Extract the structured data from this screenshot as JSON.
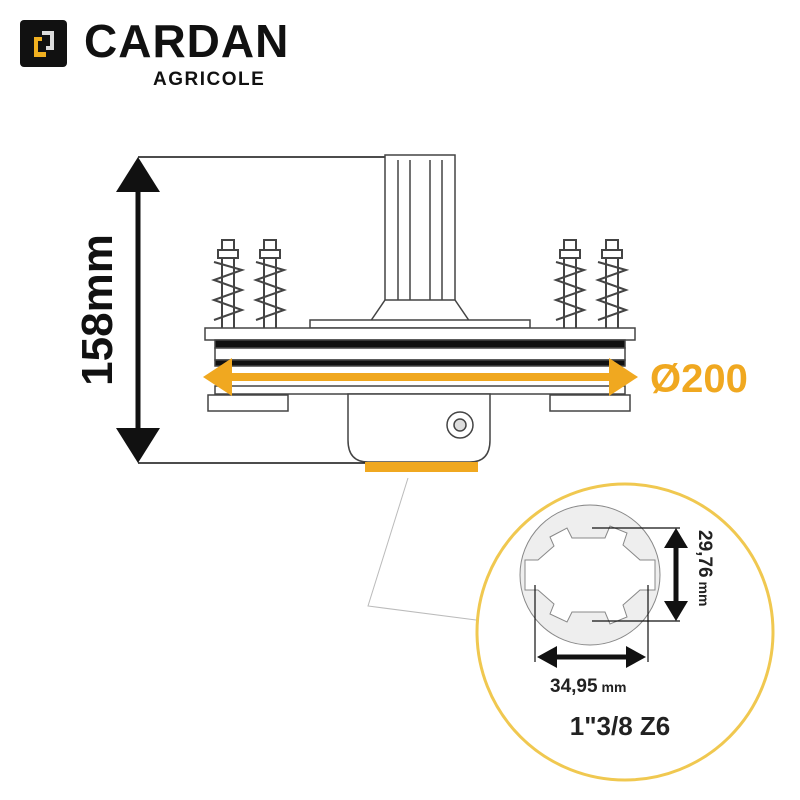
{
  "brand": {
    "name": "CARDAN",
    "subtitle": "AGRICOLE"
  },
  "dimensions": {
    "height_label": "158mm",
    "diameter_label": "Ø200",
    "spline_height_value": "29,76",
    "spline_height_unit": "mm",
    "spline_width_value": "34,95",
    "spline_width_unit": "mm",
    "spline_type": "1\"3/8 Z6"
  },
  "colors": {
    "accent": "#f0a820",
    "callout_border": "#f0c850",
    "ink": "#111111"
  }
}
